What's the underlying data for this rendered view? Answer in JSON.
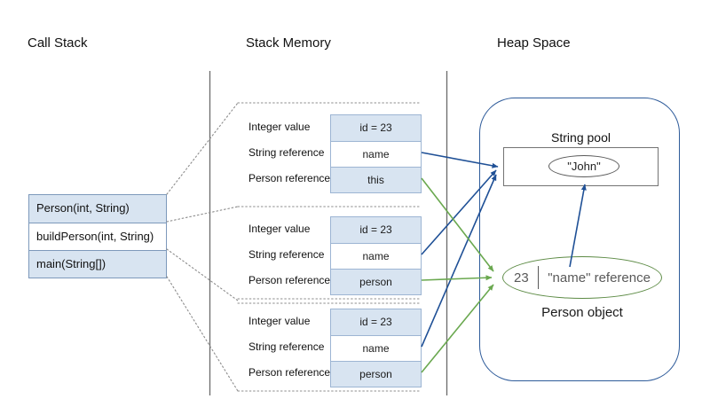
{
  "headings": {
    "call_stack": "Call Stack",
    "stack_memory": "Stack Memory",
    "heap_space": "Heap Space"
  },
  "call_stack": {
    "frames": [
      {
        "label": "Person(int, String)"
      },
      {
        "label": "buildPerson(int, String)"
      },
      {
        "label": "main(String[])"
      }
    ]
  },
  "stack_memory": {
    "frames": [
      {
        "rows": [
          {
            "label": "Integer value",
            "value": "id = 23"
          },
          {
            "label": "String reference",
            "value": "name"
          },
          {
            "label": "Person reference",
            "value": "this"
          }
        ]
      },
      {
        "rows": [
          {
            "label": "Integer value",
            "value": "id = 23"
          },
          {
            "label": "String reference",
            "value": "name"
          },
          {
            "label": "Person reference",
            "value": "person"
          }
        ]
      },
      {
        "rows": [
          {
            "label": "Integer value",
            "value": "id = 23"
          },
          {
            "label": "String reference",
            "value": "name"
          },
          {
            "label": "Person reference",
            "value": "person"
          }
        ]
      }
    ]
  },
  "heap": {
    "string_pool_label": "String pool",
    "john_value": "\"John\"",
    "person_object": {
      "id": "23",
      "ref": "\"name\" reference"
    },
    "person_object_label": "Person object"
  },
  "colors": {
    "box_fill_blue": "#d8e4f1",
    "box_border_blue": "#9db5d3",
    "arrow_blue": "#1f5096",
    "arrow_green": "#6aa84f",
    "heap_border": "#2e5b9a",
    "person_ellipse_border": "#5d8b45",
    "dotted_line": "#8c8c8c",
    "memory_boundary_line": "#6b6b6b"
  }
}
